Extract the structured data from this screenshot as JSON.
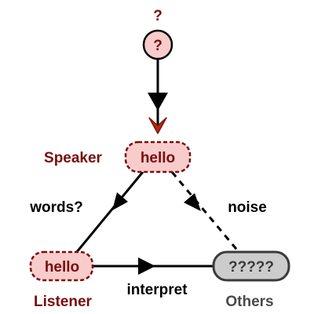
{
  "colors": {
    "dark_red": "#7a0c0c",
    "pink_fill": "#f9cccc",
    "gray_fill": "#cccccc",
    "stroke": "#000000",
    "gray_text": "#4a4a4a",
    "gray_stroke": "#3a3a3a"
  },
  "nodes": {
    "top": {
      "title": "?",
      "text": "?"
    },
    "speaker": {
      "label": "Speaker",
      "text": "hello"
    },
    "listener": {
      "label": "Listener",
      "text": "hello"
    },
    "others": {
      "label": "Others",
      "text": "?????"
    }
  },
  "edges": {
    "speaker_to_listener": "words?",
    "speaker_to_others": "noise",
    "listener_to_others": "interpret"
  },
  "icons": {
    "speaker_marker": "red-chevron-icon",
    "arrowheads": "black-triangle-arrow-icon"
  }
}
